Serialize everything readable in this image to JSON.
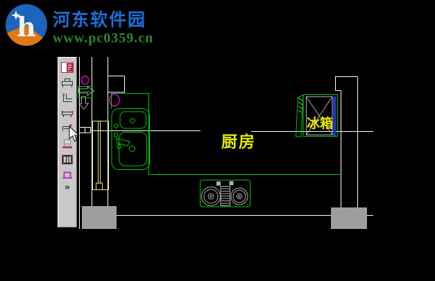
{
  "watermark": {
    "logo_letter": "h",
    "title": "河东软件园",
    "url": "www.pc0359.cn",
    "colors": {
      "title_blue": "#1c6fd8",
      "url_green": "#2b872b",
      "logo_blue": "#1d64bc",
      "logo_orange": "#e07818"
    }
  },
  "toolbar": {
    "more_label": "»",
    "icons": [
      {
        "name": "window-block-icon"
      },
      {
        "name": "cabinet-front-block-icon"
      },
      {
        "name": "corner-counter-block-icon"
      },
      {
        "name": "bench-block-icon"
      },
      {
        "name": "desk-block-icon"
      },
      {
        "name": "chair-block-icon"
      },
      {
        "name": "table-grid-block-icon"
      },
      {
        "name": "stool-block-icon"
      }
    ]
  },
  "drawing": {
    "labels": {
      "kitchen": "厨房",
      "fridge": "冰箱"
    },
    "colors": {
      "background": "#000000",
      "wall_white": "#ffffff",
      "fixture_green": "#00cc00",
      "text_yellow": "#e8e800",
      "shaft_yellow": "#e6e680",
      "magenta": "#cc00cc",
      "fridge_blue": "#2233bb",
      "detail_gray": "#b0b0b0",
      "column_gray": "#9e9e9e"
    }
  }
}
